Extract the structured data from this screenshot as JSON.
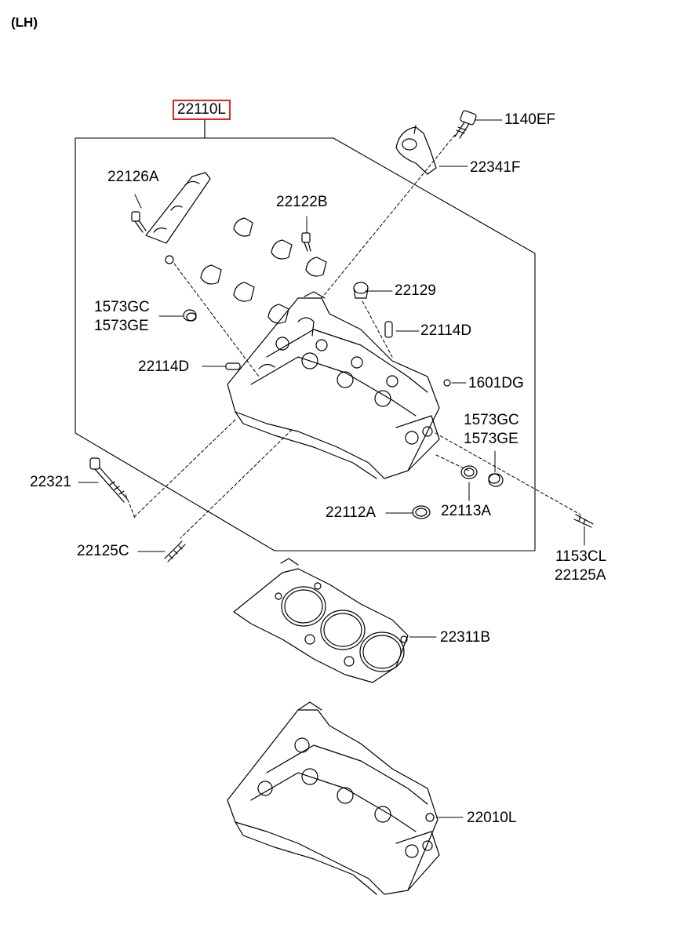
{
  "side_label": "(LH)",
  "highlight_color": "#e0241f",
  "parts": {
    "p22110L": "22110L",
    "p1140EF": "1140EF",
    "p22341F": "22341F",
    "p22126A": "22126A",
    "p22122B": "22122B",
    "p22129": "22129",
    "p1573GC_a": "1573GC",
    "p1573GE_a": "1573GE",
    "p22114D_a": "22114D",
    "p22114D_b": "22114D",
    "p1601DG": "1601DG",
    "p1573GC_b": "1573GC",
    "p1573GE_b": "1573GE",
    "p22321": "22321",
    "p22112A": "22112A",
    "p22113A": "22113A",
    "p22125C": "22125C",
    "p1153CL": "1153CL",
    "p22125A": "22125A",
    "p22311B": "22311B",
    "p22010L": "22010L"
  }
}
